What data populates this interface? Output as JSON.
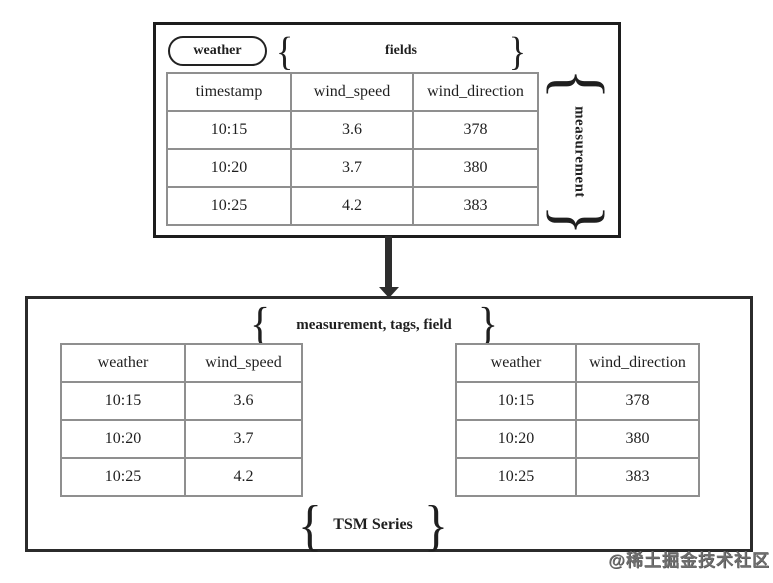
{
  "glyphs": {
    "open": "{",
    "close": "}"
  },
  "top_box": {
    "name_pill": "weather",
    "fields_label": "fields",
    "measurement_label": "measurement",
    "table": {
      "headers": [
        "timestamp",
        "wind_speed",
        "wind_direction"
      ],
      "rows": [
        [
          "10:15",
          "3.6",
          "378"
        ],
        [
          "10:20",
          "3.7",
          "380"
        ],
        [
          "10:25",
          "4.2",
          "383"
        ]
      ]
    }
  },
  "bottom_box": {
    "series_key_label": "measurement, tags, field",
    "tsm_label": "TSM Series",
    "left_table": {
      "headers": [
        "weather",
        "wind_speed"
      ],
      "rows": [
        [
          "10:15",
          "3.6"
        ],
        [
          "10:20",
          "3.7"
        ],
        [
          "10:25",
          "4.2"
        ]
      ]
    },
    "right_table": {
      "headers": [
        "weather",
        "wind_direction"
      ],
      "rows": [
        [
          "10:15",
          "378"
        ],
        [
          "10:20",
          "380"
        ],
        [
          "10:25",
          "383"
        ]
      ]
    }
  },
  "watermark": {
    "text": "@稀土掘金技术社区"
  },
  "colors": {
    "box_border": "#1d1d1d",
    "table_border": "#8f8f8f",
    "text": "#1f1f1f",
    "arrow": "#2d2d2d",
    "watermark": "#6e6e6e"
  }
}
